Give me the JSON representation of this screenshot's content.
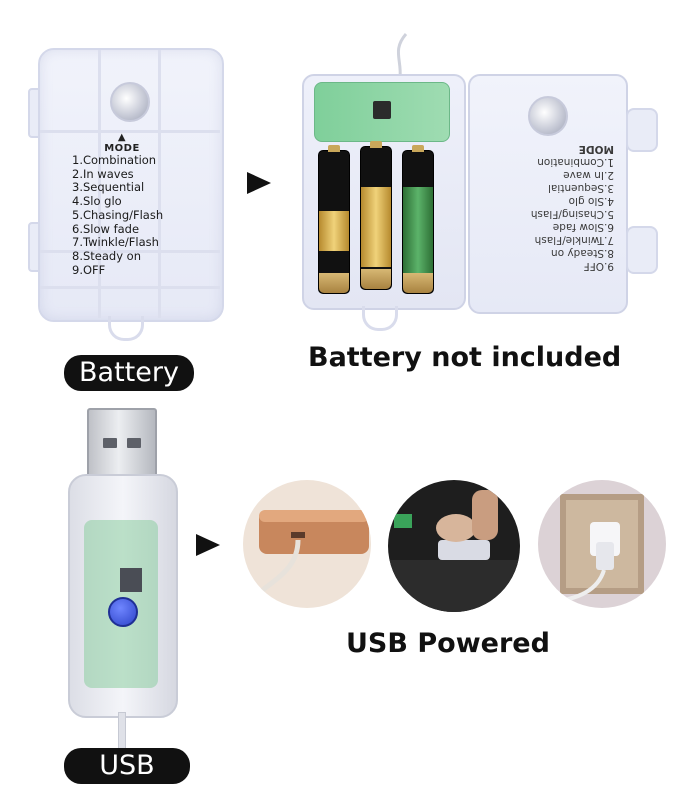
{
  "battery_section": {
    "mode_title": "MODE",
    "modes": [
      "1.Combination",
      "2.In waves",
      "3.Sequential",
      "4.Slo glo",
      "5.Chasing/Flash",
      "6.Slow fade",
      "7.Twinkle/Flash",
      "8.Steady on",
      "9.OFF"
    ],
    "mirrored_modes": [
      "MODE",
      "1.Combination",
      "2.In wave",
      "3.Sequential",
      "4.Slo glo",
      "5.Chasing/Flash",
      "6.Slow fade",
      "7.Twinkle/Flash",
      "8.Steady on",
      "9.OFF"
    ],
    "label": "Battery",
    "headline": "Battery not included"
  },
  "usb_section": {
    "label": "USB",
    "headline": "USB Powered"
  },
  "colors": {
    "label_bg": "#111111",
    "usb_button": "#2d43c8",
    "pcb_green": "#8fd6a6",
    "battery_gold": "#c9a75a"
  }
}
